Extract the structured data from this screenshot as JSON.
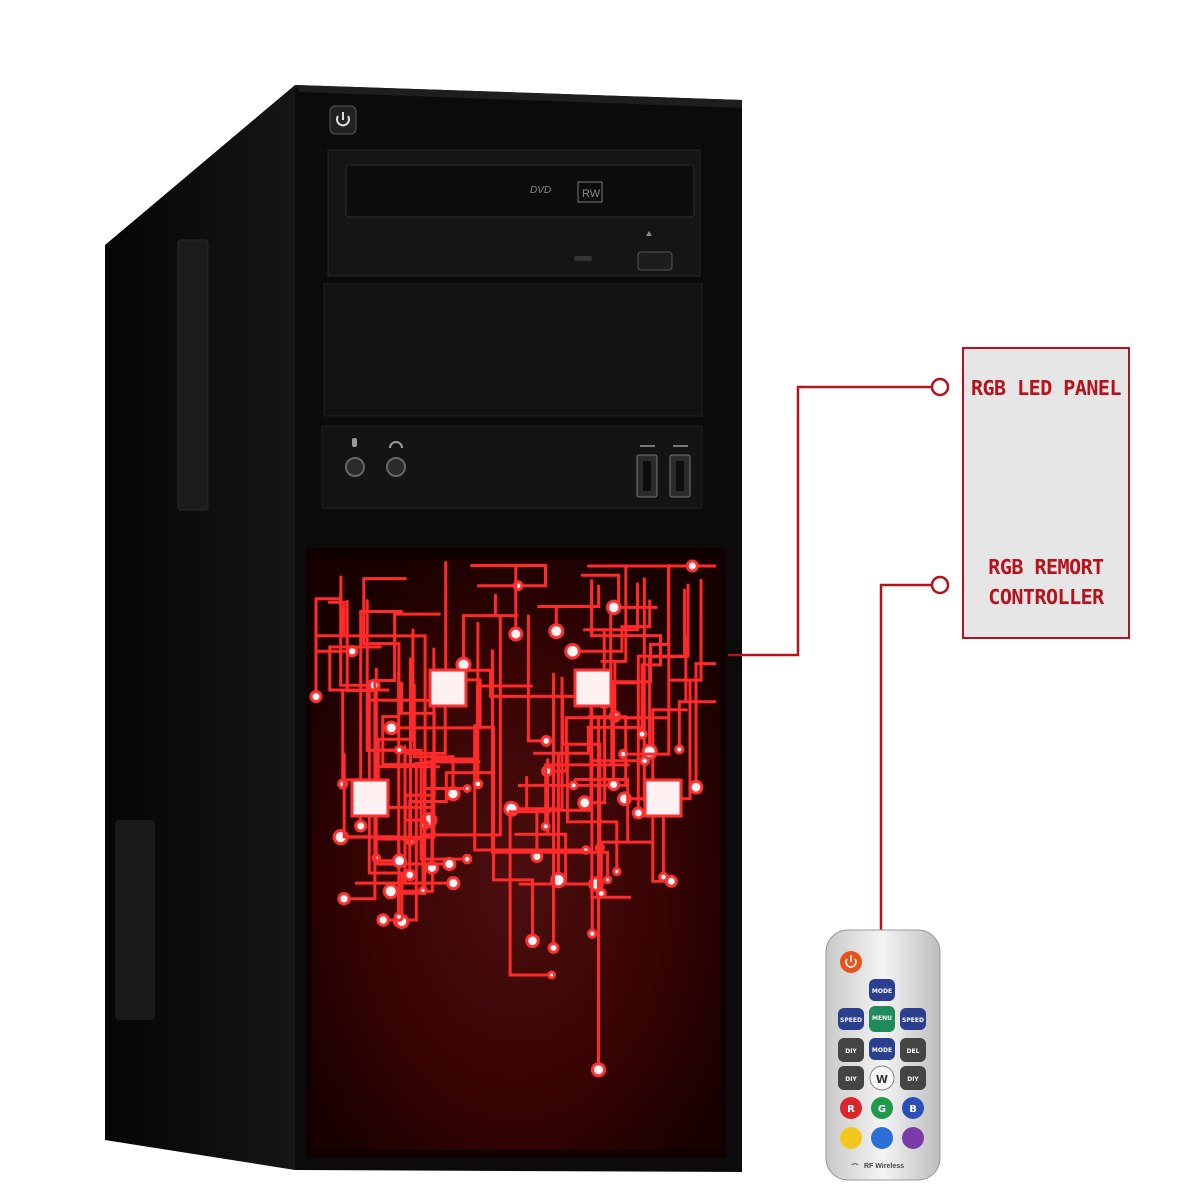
{
  "callouts": {
    "led_panel": "RGB LED PANEL",
    "remote_line1": "RGB REMORT",
    "remote_line2": "CONTROLLER"
  },
  "drive": {
    "dvd_logo": "DVD",
    "rw_logo": "RW"
  },
  "remote": {
    "brand": "RF Wireless",
    "buttons": {
      "mode_top": "MODE",
      "speed_minus": "SPEED",
      "menu_auto": "MENU",
      "speed_plus": "SPEED",
      "diy_minus": "DIY",
      "mode_mid": "MODE",
      "del_diy": "DEL",
      "diy_left": "DIY",
      "w": "W",
      "add_diy": "DIY",
      "r": "R",
      "g": "G",
      "b": "B"
    }
  },
  "colors": {
    "accent": "#b5121b",
    "case": "#0b0b0b",
    "led_glow": "#e01818",
    "label_bg": "#e6e6e6"
  }
}
